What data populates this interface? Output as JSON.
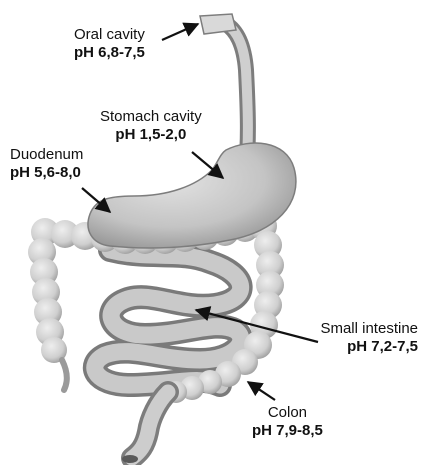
{
  "labels": {
    "oral": {
      "name": "Oral cavity",
      "ph": "pH 6,8-7,5"
    },
    "stomach": {
      "name": "Stomach cavity",
      "ph": "pH 1,5-2,0"
    },
    "duodenum": {
      "name": "Duodenum",
      "ph": "pH 5,6-8,0"
    },
    "small_intestine": {
      "name": "Small intestine",
      "ph": "pH 7,2-7,5"
    },
    "colon": {
      "name": "Colon",
      "ph": "pH 7,9-8,5"
    }
  }
}
